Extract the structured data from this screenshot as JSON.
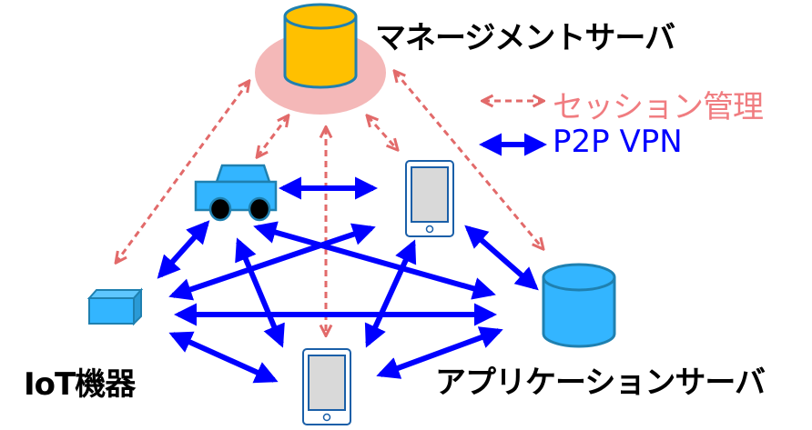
{
  "labels": {
    "management_server": "マネージメントサーバ",
    "application_server": "アプリケーションサーバ",
    "iot_device": "IoT機器"
  },
  "legend": {
    "session": "セッション管理",
    "p2p": "P2P VPN"
  },
  "colors": {
    "session_arrow": "#e26a6a",
    "session_text": "#f07c80",
    "p2p_arrow": "#0000ff",
    "p2p_text": "#0000ff",
    "mgmt_server_fill": "#ffc000",
    "mgmt_halo": "#f4b8b8",
    "device_fill": "#33b5ff",
    "device_stroke": "#1f80b0",
    "tablet_stroke": "#1a5fa8",
    "tablet_screen": "#d9d9d9"
  },
  "nodes": [
    {
      "id": "mgmt",
      "type": "server",
      "label_key": "management_server"
    },
    {
      "id": "car",
      "type": "car"
    },
    {
      "id": "tablet_top",
      "type": "tablet"
    },
    {
      "id": "iot",
      "type": "box",
      "label_key": "iot_device"
    },
    {
      "id": "tablet_bottom",
      "type": "tablet"
    },
    {
      "id": "app",
      "type": "server",
      "label_key": "application_server"
    }
  ],
  "edges": {
    "session": [
      [
        "mgmt",
        "iot"
      ],
      [
        "mgmt",
        "car"
      ],
      [
        "mgmt",
        "tablet_bottom"
      ],
      [
        "mgmt",
        "tablet_top"
      ],
      [
        "mgmt",
        "app"
      ]
    ],
    "p2p": [
      [
        "car",
        "tablet_top"
      ],
      [
        "car",
        "iot"
      ],
      [
        "car",
        "tablet_bottom"
      ],
      [
        "car",
        "app"
      ],
      [
        "tablet_top",
        "iot"
      ],
      [
        "tablet_top",
        "tablet_bottom"
      ],
      [
        "tablet_top",
        "app"
      ],
      [
        "iot",
        "app"
      ],
      [
        "iot",
        "tablet_bottom"
      ],
      [
        "tablet_bottom",
        "app"
      ]
    ]
  }
}
